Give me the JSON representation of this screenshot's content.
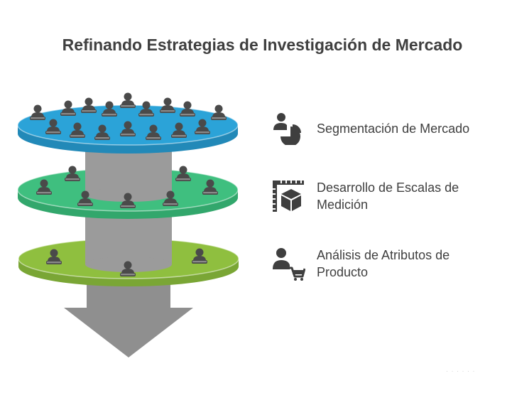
{
  "title": "Refinando Estrategias de Investigación de Mercado",
  "colors": {
    "disc_top": "#2ba3d8",
    "disc_middle": "#3fbf7f",
    "disc_bottom": "#8fbf3f",
    "cylinder": "#9b9b9b",
    "arrow": "#8f8f8f",
    "person": "#4a4a4a",
    "text": "#3f3f3f"
  },
  "legend": [
    {
      "label": "Segmentación de Mercado",
      "icon": "pie-chart-user-icon"
    },
    {
      "label": "Desarrollo de Escalas de Medición",
      "icon": "measuring-box-icon"
    },
    {
      "label": "Análisis de Atributos de Producto",
      "icon": "person-cart-icon"
    }
  ],
  "watermark": "· · · · · ·"
}
